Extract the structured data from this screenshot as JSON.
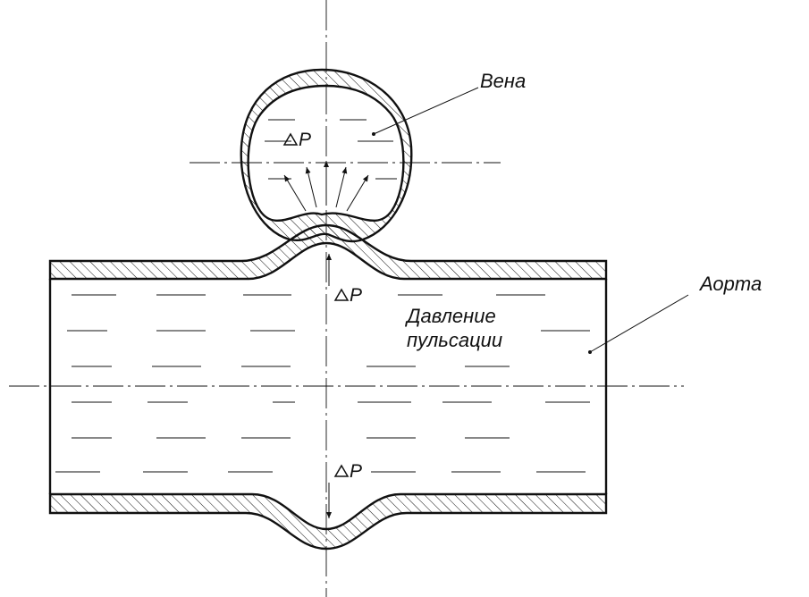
{
  "labels": {
    "vein": "Вена",
    "aorta": "Аорта",
    "pulse_pressure_line1": "Давление",
    "pulse_pressure_line2": "пульсации",
    "delta_p_vein": "ΔP",
    "delta_p_aorta_top": "ΔP",
    "delta_p_aorta_bottom": "ΔP"
  }
}
